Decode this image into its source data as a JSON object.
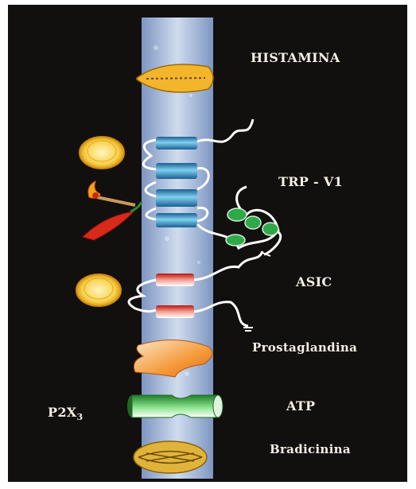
{
  "labels": {
    "histamina": "HISTAMINA",
    "trp_v1": "TRP - V1",
    "asic": "ASIC",
    "prostaglandina": "Prostaglandina",
    "atp": "ATP",
    "p2x": "P2X",
    "p2x_sub": "3",
    "bradicinina": "Bradicinina"
  },
  "colors": {
    "background": "#120f0f",
    "membrane": "#9fb6d6",
    "histamine_receptor": "#f2b52b",
    "trp_channel": "#2a7fb8",
    "asic_channel": "#d8281c",
    "green_domain": "#2fa84a",
    "prostaglandin": "#f28a2a",
    "atp_receptor": "#37a83c",
    "bradykinin_receptor": "#e0b43a",
    "lemon": "#f3c22a"
  }
}
